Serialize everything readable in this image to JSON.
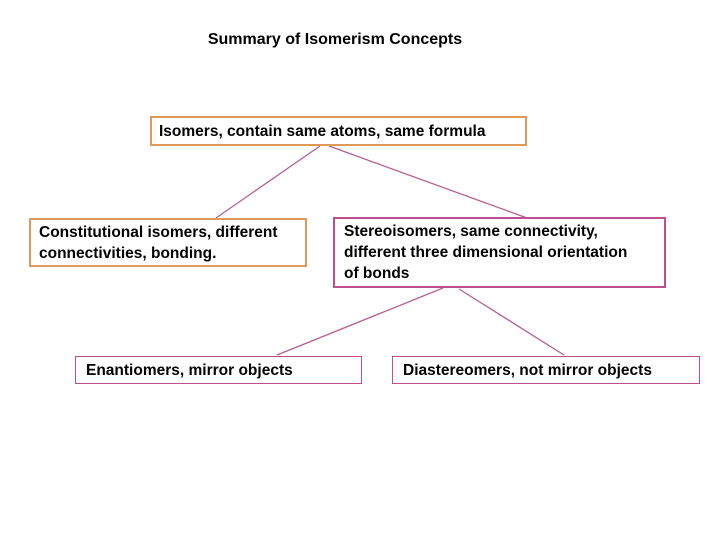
{
  "slide": {
    "title": "Summary of Isomerism Concepts"
  },
  "colors": {
    "background": "#ffffff",
    "text": "#000000",
    "orange_border": "#DD9A5B",
    "pink_border": "#BE4E8E",
    "connector_line": "#B5618F"
  },
  "diagram": {
    "root": {
      "label": "Isomers, contain same atoms, same formula",
      "lines": [
        "Isomers, contain same atoms, same formula"
      ],
      "border_color": "orange"
    },
    "level1": [
      {
        "id": "constitutional-isomers",
        "label": "Constitutional isomers, different connectivities, bonding.",
        "lines": [
          "Constitutional isomers, different",
          "connectivities, bonding."
        ],
        "border_color": "orange"
      },
      {
        "id": "stereoisomers",
        "label": "Stereoisomers, same connectivity, different three dimensional orientation of bonds",
        "lines": [
          "Stereoisomers, same connectivity,",
          "different three dimensional orientation",
          "of bonds"
        ],
        "border_color": "pink"
      }
    ],
    "level2": [
      {
        "id": "enantiomers",
        "label": "Enantiomers, mirror objects",
        "lines": [
          "Enantiomers, mirror objects"
        ],
        "border_color": "pink"
      },
      {
        "id": "diastereomers",
        "label": "Diastereomers, not mirror objects",
        "lines": [
          "Diastereomers, not mirror objects"
        ],
        "border_color": "pink"
      }
    ],
    "edges": [
      {
        "from": "root",
        "to": "constitutional-isomers"
      },
      {
        "from": "root",
        "to": "stereoisomers"
      },
      {
        "from": "stereoisomers",
        "to": "enantiomers"
      },
      {
        "from": "stereoisomers",
        "to": "diastereomers"
      }
    ]
  }
}
